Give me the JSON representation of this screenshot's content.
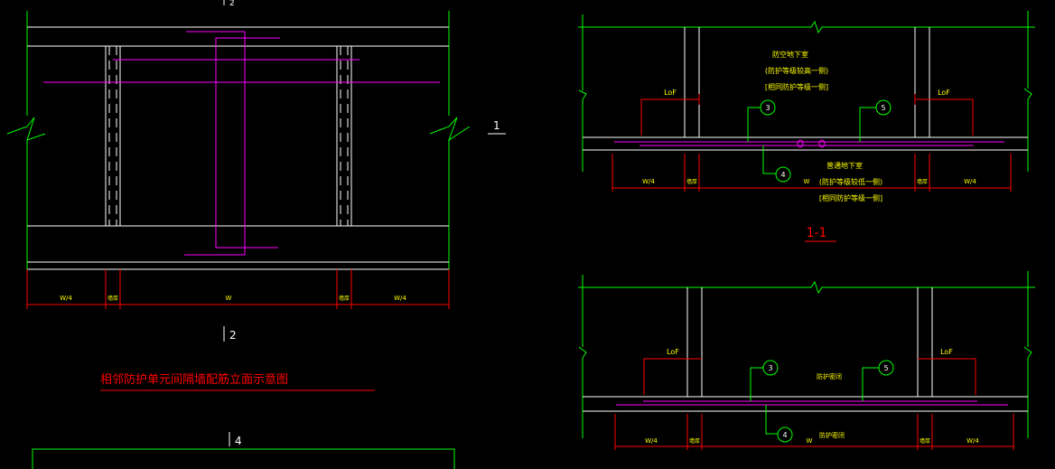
{
  "colors": {
    "background": "#000000",
    "outline": "#00ff00",
    "rebar": "#ff00ff",
    "dimension": "#ff0000",
    "text_yellow": "#ffff00",
    "text_white": "#ffffff",
    "callout": "#00ff00"
  },
  "elevation": {
    "section_mark_top": "2",
    "section_mark_right": "1",
    "section_mark_bottom": "2",
    "section_mark_extra": "4",
    "title": "相邻防护单元间隔墙配筋立面示意图",
    "dims": [
      "W/4",
      "墙厚",
      "W",
      "墙厚",
      "W/4"
    ]
  },
  "section_1": {
    "top_label_1": "防空地下室",
    "top_label_2": "(防护等级较高一侧)",
    "top_label_3": "[相同防护等级一侧]",
    "lof_left": "LoF",
    "lof_right": "LoF",
    "callout_3": "3",
    "callout_5": "5",
    "callout_4": "4",
    "bottom_label_1": "普通地下室",
    "bottom_label_2": "(防护等级较低一侧)",
    "bottom_label_3": "[相同防护等级一侧]",
    "dims": [
      "W/4",
      "墙厚",
      "W",
      "墙厚",
      "W/4"
    ],
    "caption": "1-1"
  },
  "section_2": {
    "lof_left": "LoF",
    "lof_right": "LoF",
    "callout_3": "3",
    "callout_5": "5",
    "callout_4": "4",
    "mid_label": "防护密闭",
    "bottom_label": "防护密闭",
    "dims": [
      "W/4",
      "墙厚",
      "W",
      "墙厚",
      "W/4"
    ]
  }
}
